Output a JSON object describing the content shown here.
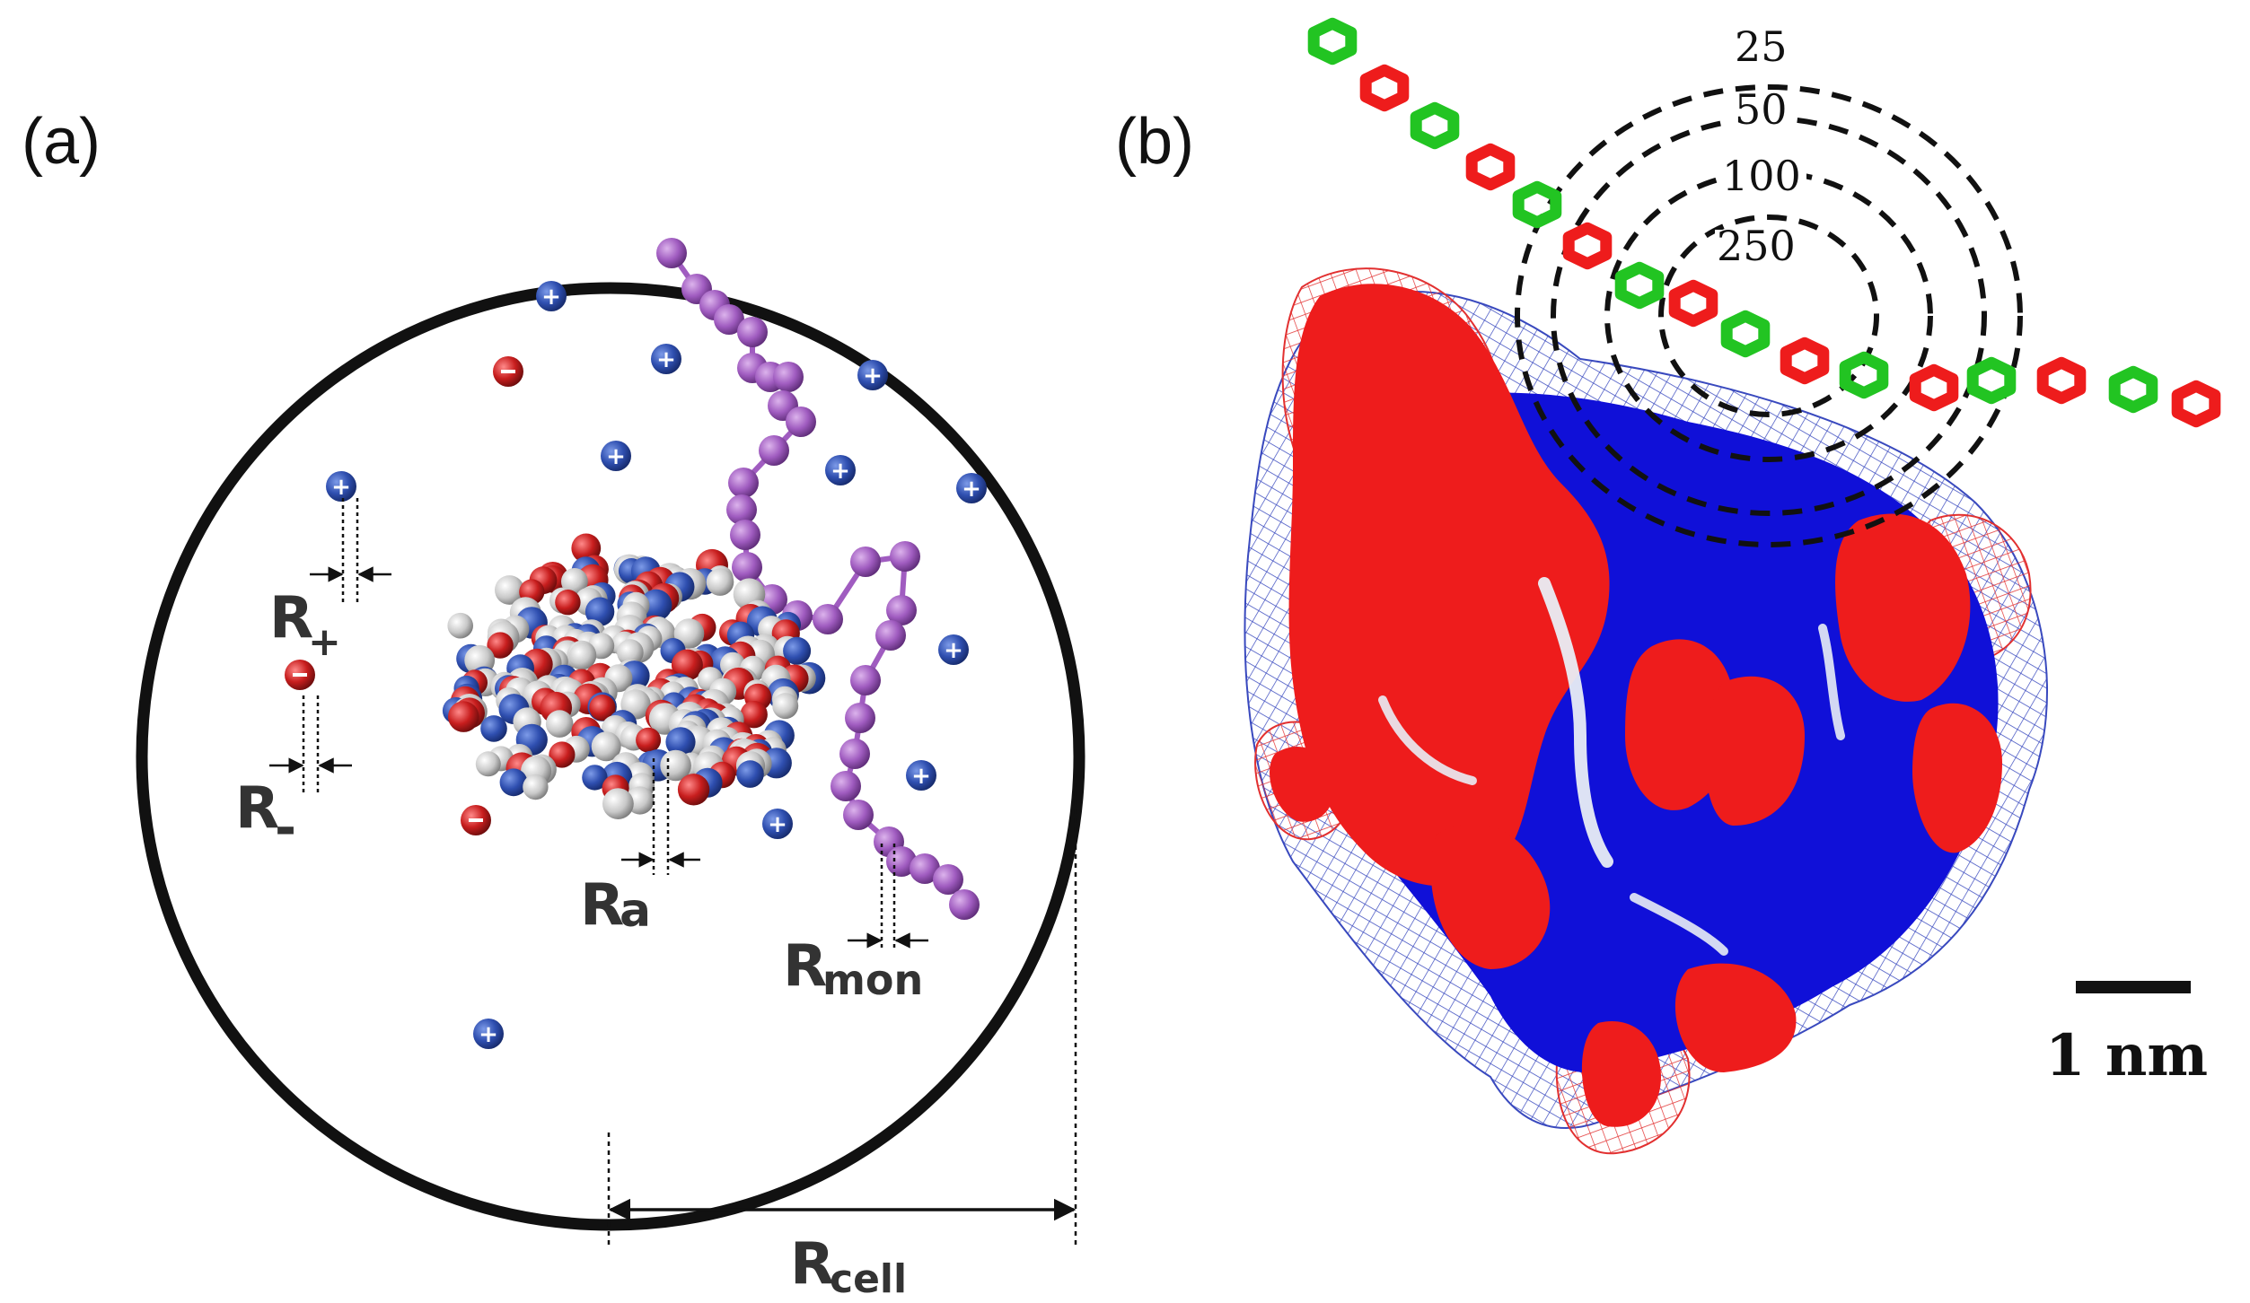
{
  "panel_a": {
    "label": "(a)",
    "r_plus": {
      "base": "R",
      "sub": "+"
    },
    "r_minus": {
      "base": "R",
      "sub": "-"
    },
    "r_a": {
      "base": "R",
      "sub": "a"
    },
    "r_mon": {
      "base": "R",
      "sub": "mon"
    },
    "r_cell": {
      "base": "R",
      "sub": "cell"
    },
    "cation_sign": "+",
    "anion_sign": "-"
  },
  "panel_b": {
    "label": "(b)",
    "contours": [
      "25",
      "50",
      "100",
      "250"
    ],
    "scale_bar": "1 nm"
  },
  "colors": {
    "cation": "#2f4fb0",
    "anion": "#c81e1e",
    "polymer": "#a05cc0",
    "protein_grey": "#c8c8c8",
    "positive_patch": "#1010d8",
    "negative_patch": "#ee1c1c",
    "chain_green": "#22c422",
    "chain_red": "#ee1c1c"
  }
}
